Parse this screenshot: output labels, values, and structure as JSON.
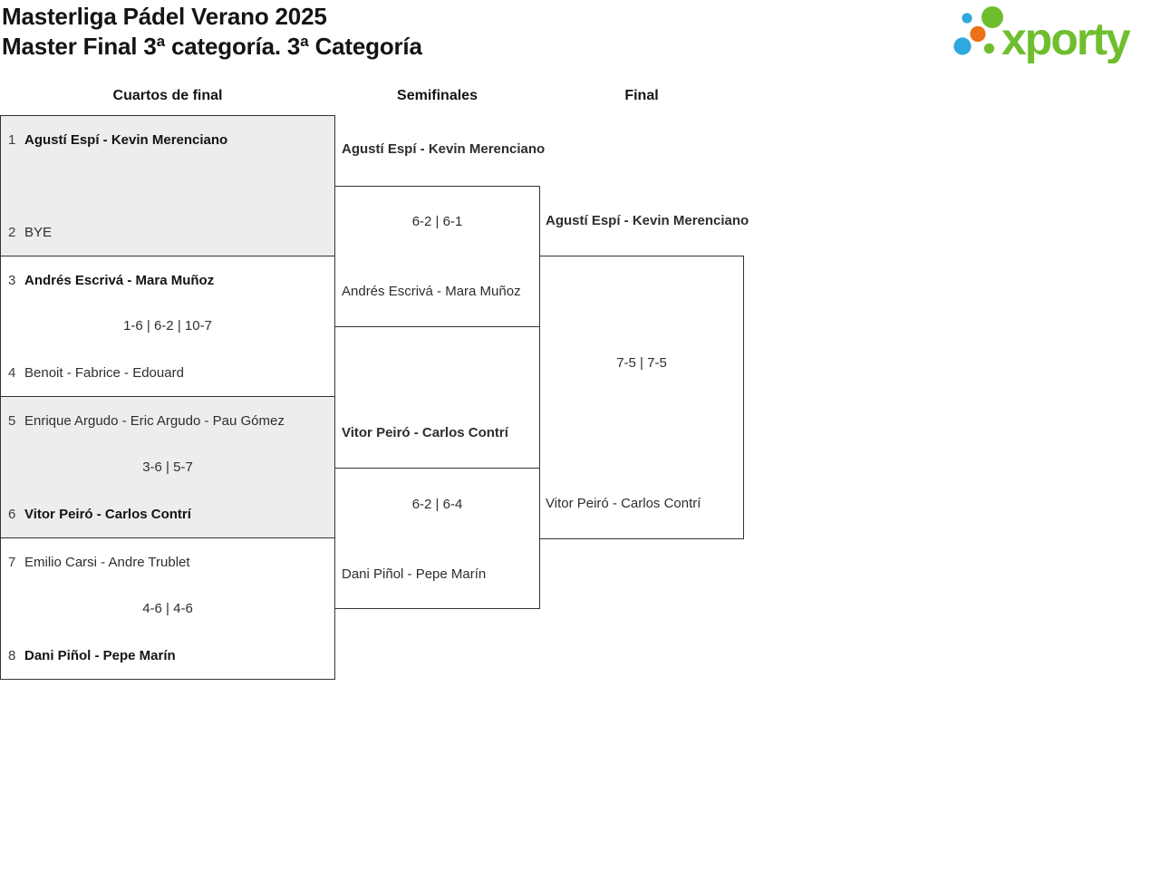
{
  "header": {
    "title_line1": "Masterliga Pádel Verano 2025",
    "title_line2": "Master Final 3ª categoría. 3ª Categoría",
    "logo_text": "xporty"
  },
  "columns": [
    {
      "label": "Cuartos de final"
    },
    {
      "label": "Semifinales"
    },
    {
      "label": "Final"
    }
  ],
  "colors": {
    "alt_row_bg": "#ededed",
    "line": "#343434",
    "logo_green": "#6FBE2E",
    "logo_blue": "#2FA8DF",
    "logo_orange": "#EC7016"
  },
  "quarterfinals": [
    {
      "seed1": "1",
      "team1": "Agustí Espí - Kevin Merenciano",
      "score": "",
      "seed2": "2",
      "team2": "BYE"
    },
    {
      "seed1": "3",
      "team1": "Andrés Escrivá - Mara Muñoz",
      "score": "1-6 | 6-2 | 10-7",
      "seed2": "4",
      "team2": "Benoit - Fabrice - Edouard"
    },
    {
      "seed1": "5",
      "team1": "Enrique Argudo - Eric Argudo - Pau Gómez",
      "score": "3-6 | 5-7",
      "seed2": "6",
      "team2": "Vitor Peiró - Carlos Contrí"
    },
    {
      "seed1": "7",
      "team1": "Emilio Carsi - Andre Trublet",
      "score": "4-6 | 4-6",
      "seed2": "8",
      "team2": "Dani Piñol - Pepe Marín"
    }
  ],
  "semifinals": [
    {
      "team1": "Agustí Espí - Kevin Merenciano",
      "score": "6-2 | 6-1",
      "team2": "Andrés Escrivá - Mara Muñoz"
    },
    {
      "team1": "Vitor Peiró - Carlos Contrí",
      "score": "6-2 | 6-4",
      "team2": "Dani Piñol - Pepe Marín"
    }
  ],
  "final": {
    "team1": "Agustí Espí - Kevin Merenciano",
    "score": "7-5 | 7-5",
    "team2": "Vitor Peiró - Carlos Contrí"
  }
}
